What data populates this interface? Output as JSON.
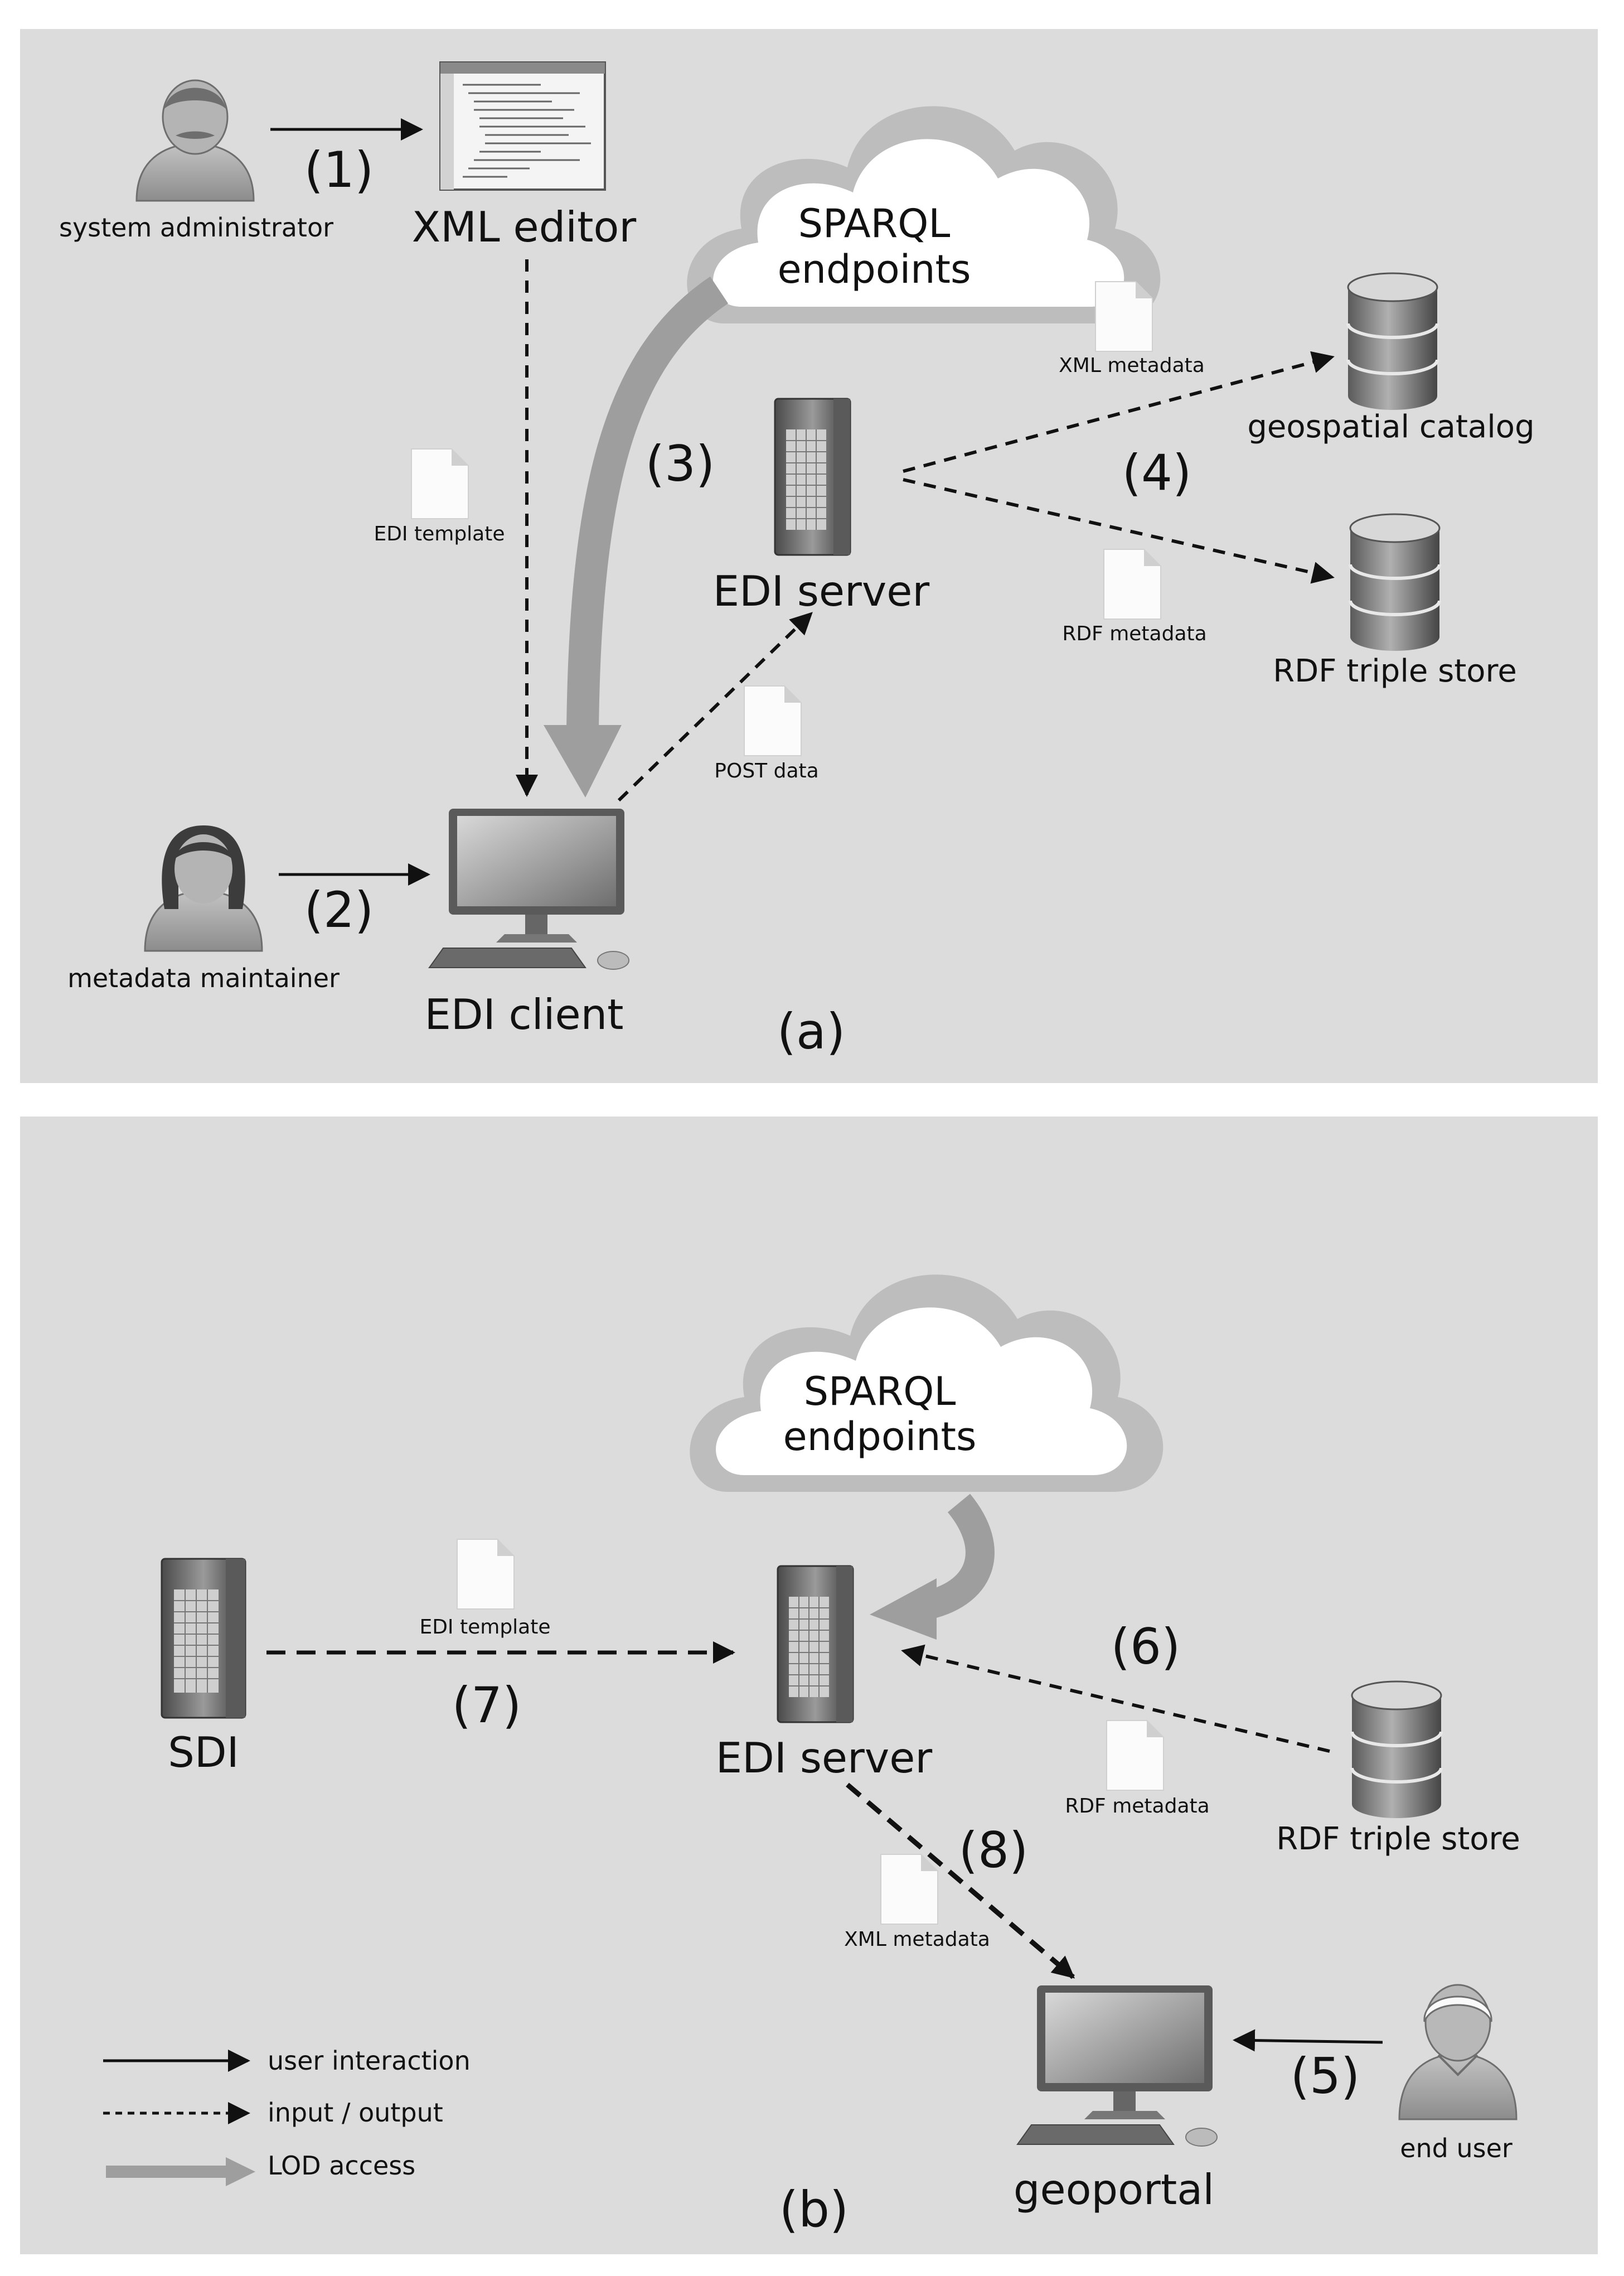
{
  "panel_a": {
    "caption": "(a)",
    "actors": {
      "system_administrator": "system administrator",
      "metadata_maintainer": "metadata maintainer"
    },
    "nodes": {
      "xml_editor": "XML editor",
      "cloud_line1": "SPARQL",
      "cloud_line2": "endpoints",
      "edi_server": "EDI server",
      "edi_client": "EDI client",
      "geospatial_catalog": "geospatial catalog",
      "rdf_triple_store": "RDF triple store"
    },
    "documents": {
      "edi_template": "EDI template",
      "post_data": "POST data",
      "xml_metadata": "XML metadata",
      "rdf_metadata": "RDF metadata"
    },
    "steps": {
      "s1": "(1)",
      "s2": "(2)",
      "s3": "(3)",
      "s4": "(4)"
    }
  },
  "panel_b": {
    "caption": "(b)",
    "actors": {
      "end_user": "end user"
    },
    "nodes": {
      "cloud_line1": "SPARQL",
      "cloud_line2": "endpoints",
      "sdi": "SDI",
      "edi_server": "EDI server",
      "rdf_triple_store": "RDF triple store",
      "geoportal": "geoportal"
    },
    "documents": {
      "edi_template": "EDI template",
      "rdf_metadata": "RDF metadata",
      "xml_metadata": "XML metadata"
    },
    "steps": {
      "s5": "(5)",
      "s6": "(6)",
      "s7": "(7)",
      "s8": "(8)"
    },
    "legend": {
      "user_interaction": "user interaction",
      "input_output": "input / output",
      "lod_access": "LOD access"
    }
  },
  "colors": {
    "panel_background": "#dcdcdc",
    "lod_arrow": "#9e9e9e",
    "cloud_outer": "#bdbdbd",
    "cloud_inner": "#ffffff",
    "arrow": "#111111"
  },
  "icons": {
    "person": "person-icon",
    "text_editor": "text-editor-screenshot-icon",
    "cloud": "cloud-icon",
    "server": "server-tower-icon",
    "desktop": "desktop-computer-icon",
    "database": "database-icon",
    "document": "document-icon"
  }
}
